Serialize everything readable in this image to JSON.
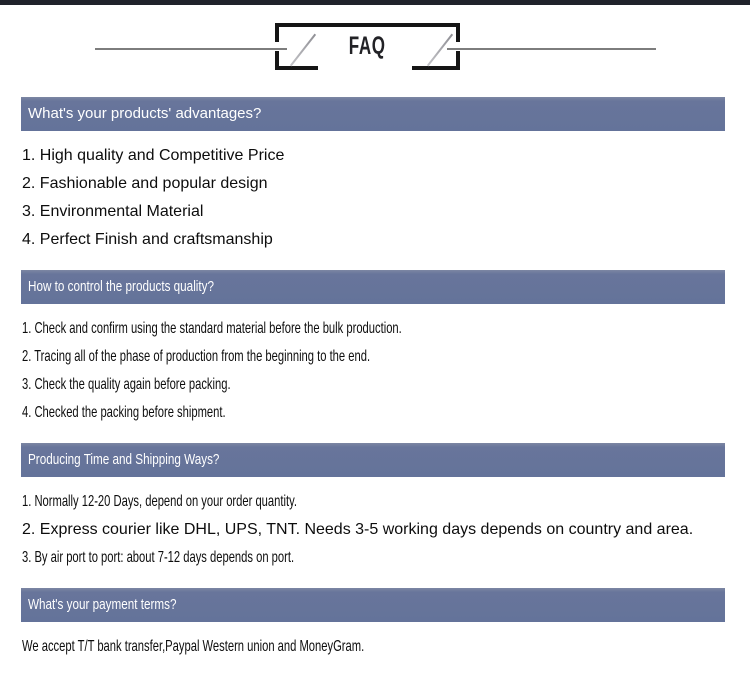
{
  "faq_header": {
    "title": "FAQ"
  },
  "sections": [
    {
      "question": "What's your products' advantages?",
      "answers": [
        "1. High quality and Competitive Price",
        "2. Fashionable and popular design",
        "3. Environmental Material",
        "4. Perfect Finish and craftsmanship"
      ]
    },
    {
      "question": "How to control the products quality?",
      "answers": [
        "1. Check and confirm using the standard material before the bulk production.",
        "2. Tracing all of the phase of production from the beginning to the end.",
        "3. Check the quality again before packing.",
        "4. Checked the packing before shipment."
      ]
    },
    {
      "question": "Producing Time and Shipping Ways?",
      "answers": [
        "1. Normally 12-20 Days, depend on your order quantity.",
        "2. Express courier like DHL, UPS, TNT. Needs 3-5 working days depends on country and area.",
        "3. By air port to port: about 7-12 days depends on port."
      ]
    },
    {
      "question": "What's your payment terms?",
      "answers": [
        "We accept T/T bank transfer,Paypal Western union and MoneyGram."
      ]
    }
  ],
  "colors": {
    "question_bar_bg": "#64739a",
    "question_bar_text": "#ffffff",
    "answer_text": "#0d0d0d",
    "divider_line": "#7d7d7d",
    "title_box_border": "#151515",
    "top_edge_bar": "#20222b"
  }
}
